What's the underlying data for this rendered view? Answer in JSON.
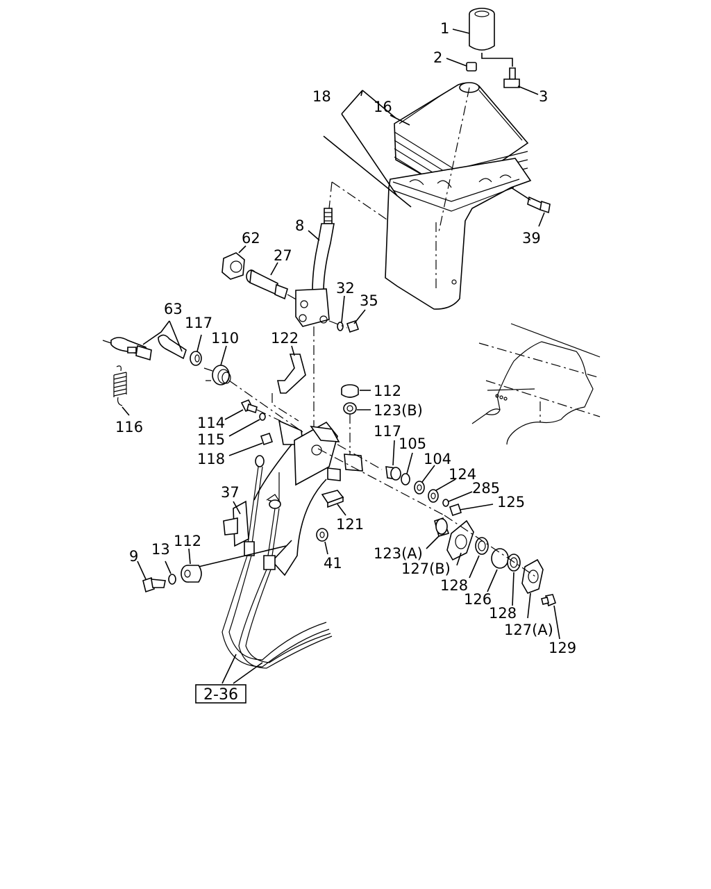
{
  "diagram": {
    "reference_box": "2-36",
    "labels": [
      {
        "id": "p1",
        "text": "1"
      },
      {
        "id": "p2",
        "text": "2"
      },
      {
        "id": "p3",
        "text": "3"
      },
      {
        "id": "p18",
        "text": "18"
      },
      {
        "id": "p16",
        "text": "16"
      },
      {
        "id": "p39",
        "text": "39"
      },
      {
        "id": "p8",
        "text": "8"
      },
      {
        "id": "p62",
        "text": "62"
      },
      {
        "id": "p27",
        "text": "27"
      },
      {
        "id": "p32",
        "text": "32"
      },
      {
        "id": "p35",
        "text": "35"
      },
      {
        "id": "p63",
        "text": "63"
      },
      {
        "id": "p117a",
        "text": "117"
      },
      {
        "id": "p110",
        "text": "110"
      },
      {
        "id": "p122",
        "text": "122"
      },
      {
        "id": "p116",
        "text": "116"
      },
      {
        "id": "p112a",
        "text": "112"
      },
      {
        "id": "p123b",
        "text": "123(B)"
      },
      {
        "id": "p114",
        "text": "114"
      },
      {
        "id": "p115",
        "text": "115"
      },
      {
        "id": "p118",
        "text": "118"
      },
      {
        "id": "p117b",
        "text": "117"
      },
      {
        "id": "p105",
        "text": "105"
      },
      {
        "id": "p104",
        "text": "104"
      },
      {
        "id": "p124",
        "text": "124"
      },
      {
        "id": "p285",
        "text": "285"
      },
      {
        "id": "p125",
        "text": "125"
      },
      {
        "id": "p37",
        "text": "37"
      },
      {
        "id": "p121",
        "text": "121"
      },
      {
        "id": "p123a",
        "text": "123(A)"
      },
      {
        "id": "p127b",
        "text": "127(B)"
      },
      {
        "id": "p128a",
        "text": "128"
      },
      {
        "id": "p126",
        "text": "126"
      },
      {
        "id": "p128b",
        "text": "128"
      },
      {
        "id": "p127a",
        "text": "127(A)"
      },
      {
        "id": "p129",
        "text": "129"
      },
      {
        "id": "p9",
        "text": "9"
      },
      {
        "id": "p13",
        "text": "13"
      },
      {
        "id": "p112b",
        "text": "112"
      },
      {
        "id": "p41",
        "text": "41"
      }
    ]
  }
}
